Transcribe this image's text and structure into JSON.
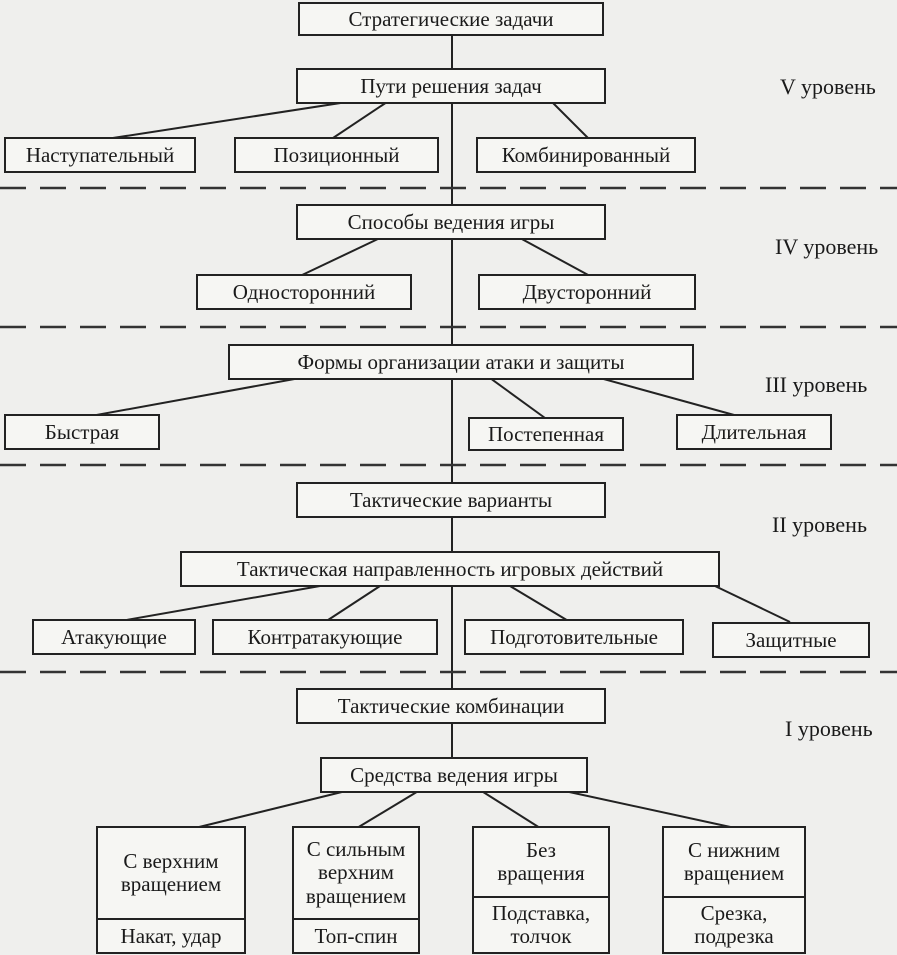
{
  "colors": {
    "ink": "#222222",
    "paper": "#efefed",
    "box_fill": "#f6f6f3"
  },
  "nodes": {
    "strategic": "Стратегические задачи",
    "paths": "Пути решения задач",
    "offensive": "Наступательный",
    "positional": "Позиционный",
    "combined": "Комбинированный",
    "methods": "Способы ведения игры",
    "one_sided": "Односторонний",
    "two_sided": "Двусторонний",
    "forms": "Формы организации атаки и защиты",
    "fast": "Быстрая",
    "gradual": "Постепенная",
    "long": "Длительная",
    "variants": "Тактические варианты",
    "direction": "Тактическая направленность игровых действий",
    "attacking": "Атакующие",
    "counter": "Контратакующие",
    "preparatory": "Подготовительные",
    "defensive": "Защитные",
    "combinations": "Тактические комбинации",
    "means": "Средства ведения игры",
    "topspin_rot": "С верхним\nвращением",
    "strong_topspin": "С сильным\nверхним\nвращением",
    "no_spin": "Без\nвращения",
    "backspin": "С нижним\nвращением",
    "drive": "Накат, удар",
    "topspin": "Топ-спин",
    "block": "Подставка,\nтолчок",
    "chop": "Срезка,\nподрезка"
  },
  "levels": {
    "v": "V уровень",
    "iv": "IV уровень",
    "iii": "III уровень",
    "ii": "II уровень",
    "i": "I уровень"
  }
}
